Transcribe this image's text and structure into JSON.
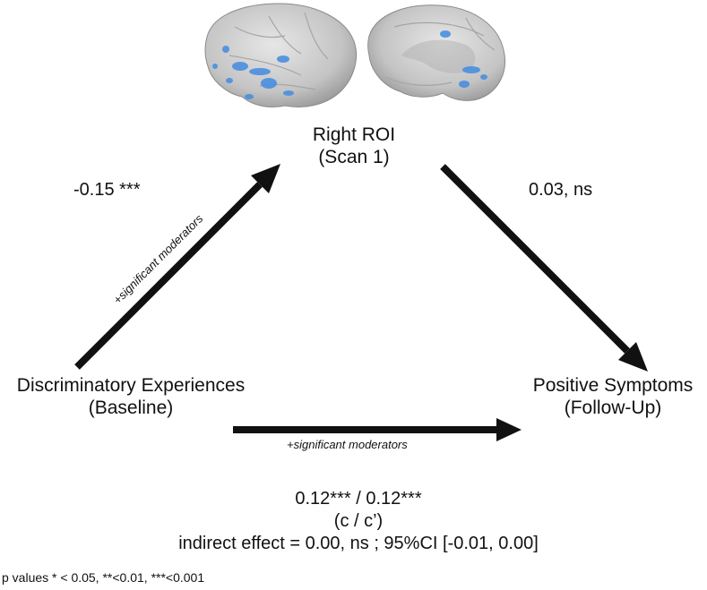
{
  "nodes": {
    "mediator": {
      "line1": "Right ROI",
      "line2": "(Scan 1)"
    },
    "predictor": {
      "line1": "Discriminatory Experiences",
      "line2": "(Baseline)"
    },
    "outcome": {
      "line1": "Positive Symptoms",
      "line2": "(Follow-Up)"
    }
  },
  "paths": {
    "a": {
      "coefficient": "-0.15 ***",
      "moderator_label": "+significant moderators"
    },
    "b": {
      "coefficient": "0.03, ns"
    },
    "c": {
      "moderator_label": "+significant moderators"
    }
  },
  "summary": {
    "total_direct": "0.12*** / 0.12***",
    "notation": "(c / c’)",
    "indirect": "indirect effect = 0.00, ns ; 95%CI [-0.01, 0.00]"
  },
  "footnote": "p values * < 0.05, **<0.01, ***<0.001",
  "colors": {
    "arrow": "#111111",
    "brain_surface": "#bdbdbd",
    "activation": "#4a8fe0"
  }
}
